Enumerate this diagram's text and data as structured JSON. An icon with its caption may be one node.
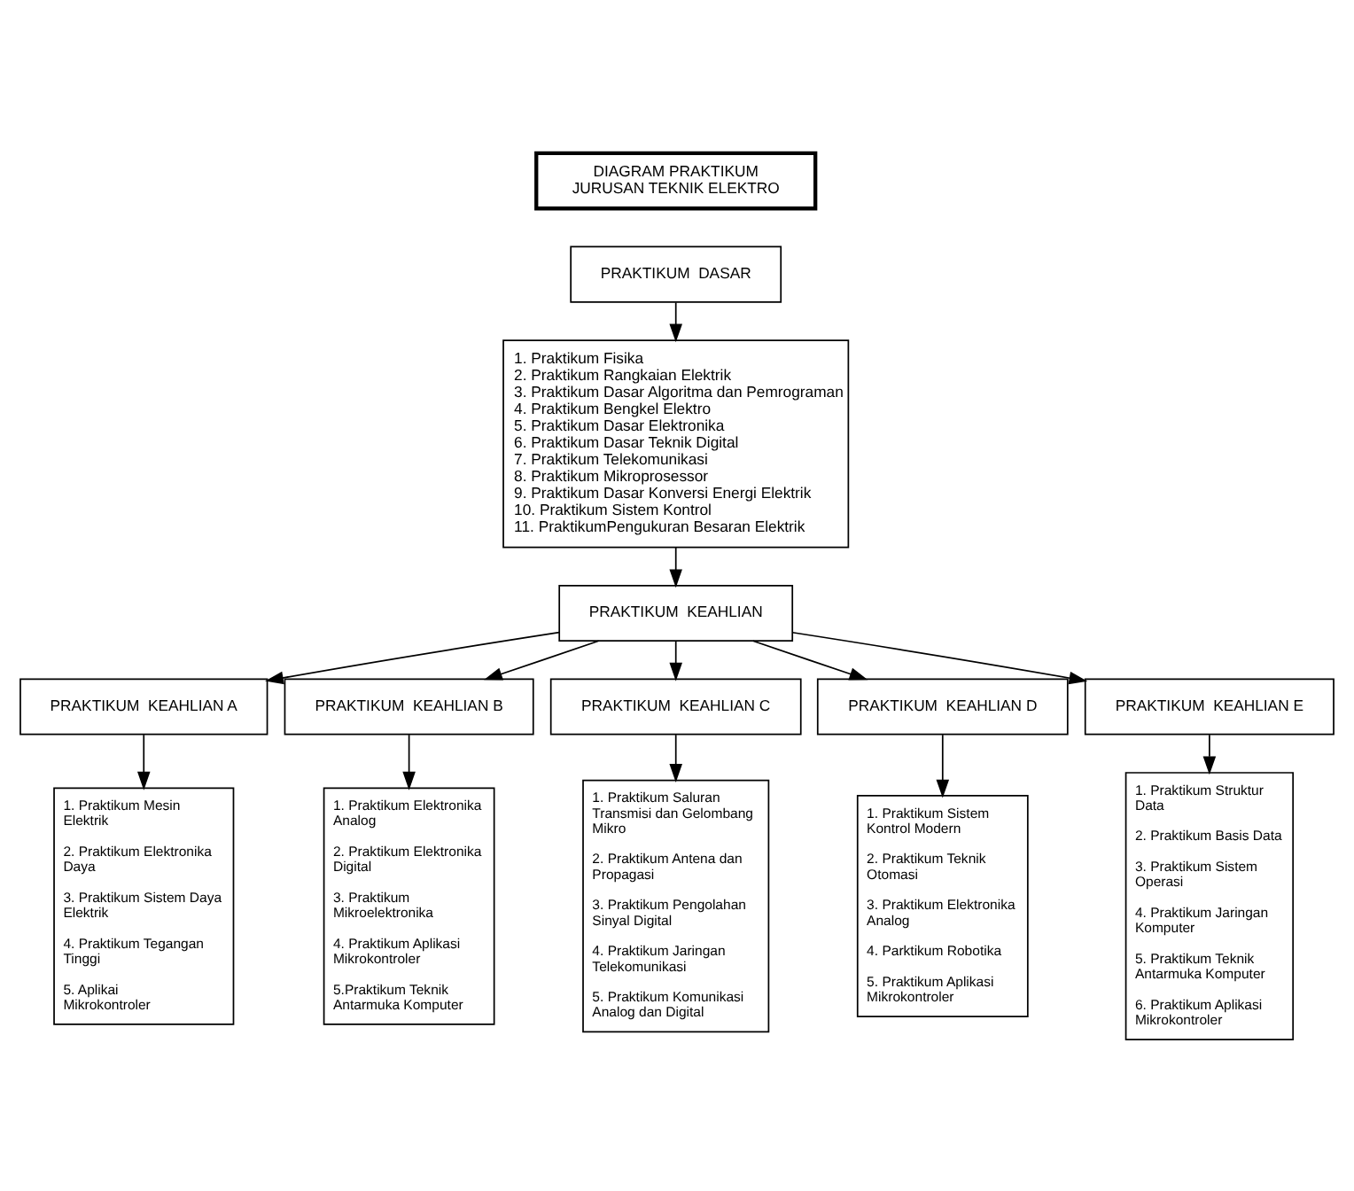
{
  "diagram": {
    "nodes": [
      {
        "text": [
          "DIAGRAM PRAKTIKUM JURUSAN TEKNIK ELEKTRO"
        ]
      },
      {
        "text": [
          "PRAKTIKUM  DASAR"
        ]
      },
      {
        "text": [
          "1. Praktikum Fisika",
          "2. Praktikum Rangkaian Elektrik",
          "3. Praktikum Dasar Algoritma dan Pemrograman",
          "4. Praktikum Bengkel Elektro",
          "5. Praktikum Dasar Elektronika",
          "6. Praktikum Dasar Teknik Digital",
          "7. Praktikum Telekomunikasi",
          "8. Praktikum Mikroprosessor",
          "9. Praktikum Dasar Konversi Energi Elektrik",
          "10. Praktikum Sistem Kontrol",
          "11. PraktikumPengukuran Besaran Elektrik"
        ]
      },
      {
        "text": [
          "PRAKTIKUM  KEAHLIAN"
        ]
      },
      {
        "text": [
          "PRAKTIKUM  KEAHLIAN A"
        ]
      },
      {
        "text": [
          "PRAKTIKUM  KEAHLIAN B"
        ]
      },
      {
        "text": [
          "PRAKTIKUM  KEAHLIAN C"
        ]
      },
      {
        "text": [
          "PRAKTIKUM  KEAHLIAN D"
        ]
      },
      {
        "text": [
          "PRAKTIKUM  KEAHLIAN E"
        ]
      },
      {
        "text": [
          "1. Praktikum Mesin Elektrik",
          "2. Praktikum Elektronika Daya",
          "3. Praktikum Sistem Daya Elektrik",
          "4. Praktikum Tegangan Tinggi",
          "5. Aplikai Mikrokontroler"
        ]
      },
      {
        "text": [
          "1. Praktikum Elektronika Analog",
          "2. Praktikum Elektronika Digital",
          "3. Praktikum Mikroelektronika",
          "4. Praktikum Aplikasi Mikrokontroler",
          "5.Praktikum Teknik Antarmuka Komputer"
        ]
      },
      {
        "text": [
          "1. Praktikum Saluran Transmisi dan Gelombang Mikro",
          "2. Praktikum Antena dan Propagasi",
          "3. Praktikum Pengolahan Sinyal Digital",
          "4. Praktikum Jaringan Telekomunikasi",
          "5. Praktikum Komunikasi Analog dan Digital"
        ]
      },
      {
        "text": [
          "1. Praktikum Sistem Kontrol Modern",
          "2. Praktikum Teknik Otomasi",
          "3. Praktikum Elektronika Analog",
          "4. Parktikum Robotika",
          "5. Praktikum Aplikasi Mikrokontroler"
        ]
      },
      {
        "text": [
          "1. Praktikum Struktur Data",
          "2. Praktikum Basis Data",
          "3. Praktikum Sistem Operasi",
          "4. Praktikum Jaringan Komputer",
          "5. Praktikum Teknik Antarmuka Komputer",
          "6. Praktikum Aplikasi Mikrokontroler"
        ]
      }
    ],
    "edges": [
      {
        "from": 1,
        "to": 2,
        "arrow": "to"
      },
      {
        "from": 2,
        "to": 3,
        "arrow": "to"
      },
      {
        "from": 3,
        "to": 4,
        "arrow": "to"
      },
      {
        "from": 3,
        "to": 5,
        "arrow": "to"
      },
      {
        "from": 3,
        "to": 6,
        "arrow": "to"
      },
      {
        "from": 3,
        "to": 7,
        "arrow": "to"
      },
      {
        "from": 3,
        "to": 8,
        "arrow": "to"
      },
      {
        "from": 4,
        "to": 9,
        "arrow": "to"
      },
      {
        "from": 5,
        "to": 10,
        "arrow": "to"
      },
      {
        "from": 6,
        "to": 11,
        "arrow": "to"
      },
      {
        "from": 7,
        "to": 12,
        "arrow": "to"
      },
      {
        "from": 8,
        "to": 13,
        "arrow": "to"
      }
    ]
  }
}
